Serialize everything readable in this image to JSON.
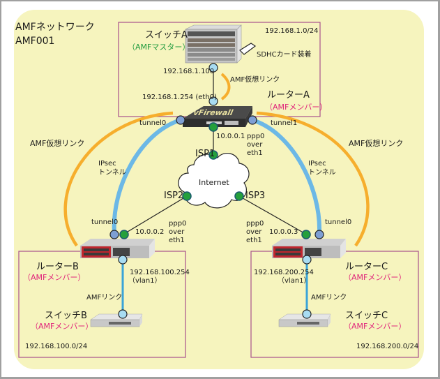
{
  "network": {
    "title": "AMFネットワーク",
    "name": "AMF001"
  },
  "colors": {
    "background_panel": "#f6f4be",
    "subnet_border": "#a8508c",
    "amf_virtual_link": "#f6ae2d",
    "ipsec_tunnel": "#6cb8e6",
    "amf_link": "#3aa4d8",
    "node_light_blue": "#a8dcf2",
    "node_steel_blue": "#7e9fd4",
    "node_green": "#25a03c",
    "master_text": "#1e9a3c",
    "member_text": "#e0227a"
  },
  "switch_a": {
    "name": "スイッチA",
    "role": "（AMFマスター）",
    "sd_card": "SDHCカード装着",
    "ip": "192.168.1.100",
    "subnet": "192.168.1.0/24"
  },
  "router_a": {
    "name": "ルーターA",
    "role": "（AMFメンバー）",
    "device_label": "vFirewall",
    "lan_ip": "192.168.1.254 (eth0)",
    "wan_ip": "10.0.0.1",
    "wan_if": [
      "ppp0",
      "over",
      "eth1"
    ],
    "tunnel_left": "tunnel0",
    "tunnel_right": "tunnel1",
    "virtual_link": "AMF仮想リンク"
  },
  "router_b": {
    "name": "ルーターB",
    "role": "（AMFメンバー）",
    "wan_ip": "10.0.0.2",
    "wan_if": [
      "ppp0",
      "over",
      "eth1"
    ],
    "tunnel": "tunnel0",
    "lan_ip": "192.168.100.254",
    "lan_if": "（vlan1）",
    "subnet": "192.168.100.0/24"
  },
  "router_c": {
    "name": "ルーターC",
    "role": "（AMFメンバー）",
    "wan_ip": "10.0.0.3",
    "wan_if": [
      "ppp0",
      "over",
      "eth1"
    ],
    "tunnel": "tunnel0",
    "lan_ip": "192.168.200.254",
    "lan_if": "（vlan1）",
    "subnet": "192.168.200.0/24"
  },
  "switch_b": {
    "name": "スイッチB",
    "role": "（AMFメンバー）",
    "link": "AMFリンク"
  },
  "switch_c": {
    "name": "スイッチC",
    "role": "（AMFメンバー）",
    "link": "AMFリンク"
  },
  "internet": {
    "label": "Internet",
    "isp1": "ISP1",
    "isp2": "ISP2",
    "isp3": "ISP3"
  },
  "links": {
    "left_virtual": "AMF仮想リンク",
    "right_virtual": "AMF仮想リンク",
    "left_ipsec": [
      "IPsec",
      "トンネル"
    ],
    "right_ipsec": [
      "IPsec",
      "トンネル"
    ]
  }
}
